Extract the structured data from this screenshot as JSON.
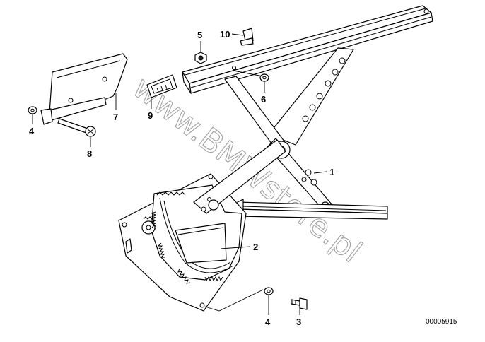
{
  "diagram": {
    "watermark": "www.BMWstore.pl",
    "reference_code": "00005915",
    "callouts": [
      {
        "id": "c1",
        "label": "1"
      },
      {
        "id": "c2",
        "label": "2"
      },
      {
        "id": "c3",
        "label": "3"
      },
      {
        "id": "c4a",
        "label": "4"
      },
      {
        "id": "c4b",
        "label": "4"
      },
      {
        "id": "c5",
        "label": "5"
      },
      {
        "id": "c6",
        "label": "6"
      },
      {
        "id": "c7",
        "label": "7"
      },
      {
        "id": "c8",
        "label": "8"
      },
      {
        "id": "c9",
        "label": "9"
      },
      {
        "id": "c10",
        "label": "10"
      }
    ]
  }
}
